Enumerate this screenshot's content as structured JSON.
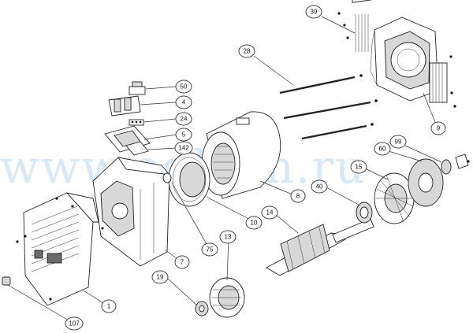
{
  "watermark": "www.edkom.ru",
  "callouts": [
    {
      "id": "c-39",
      "label": "39"
    },
    {
      "id": "c-28",
      "label": "28"
    },
    {
      "id": "c-50",
      "label": "50"
    },
    {
      "id": "c-4",
      "label": "4"
    },
    {
      "id": "c-24",
      "label": "24"
    },
    {
      "id": "c-5",
      "label": "5"
    },
    {
      "id": "c-142",
      "label": "142"
    },
    {
      "id": "c-9",
      "label": "9"
    },
    {
      "id": "c-99",
      "label": "99"
    },
    {
      "id": "c-60",
      "label": "60"
    },
    {
      "id": "c-15",
      "label": "15"
    },
    {
      "id": "c-40",
      "label": "40"
    },
    {
      "id": "c-8",
      "label": "8"
    },
    {
      "id": "c-10",
      "label": "10"
    },
    {
      "id": "c-14",
      "label": "14"
    },
    {
      "id": "c-75",
      "label": "75"
    },
    {
      "id": "c-7",
      "label": "7"
    },
    {
      "id": "c-13",
      "label": "13"
    },
    {
      "id": "c-19",
      "label": "19"
    },
    {
      "id": "c-1",
      "label": "1"
    },
    {
      "id": "c-107",
      "label": "107"
    }
  ]
}
